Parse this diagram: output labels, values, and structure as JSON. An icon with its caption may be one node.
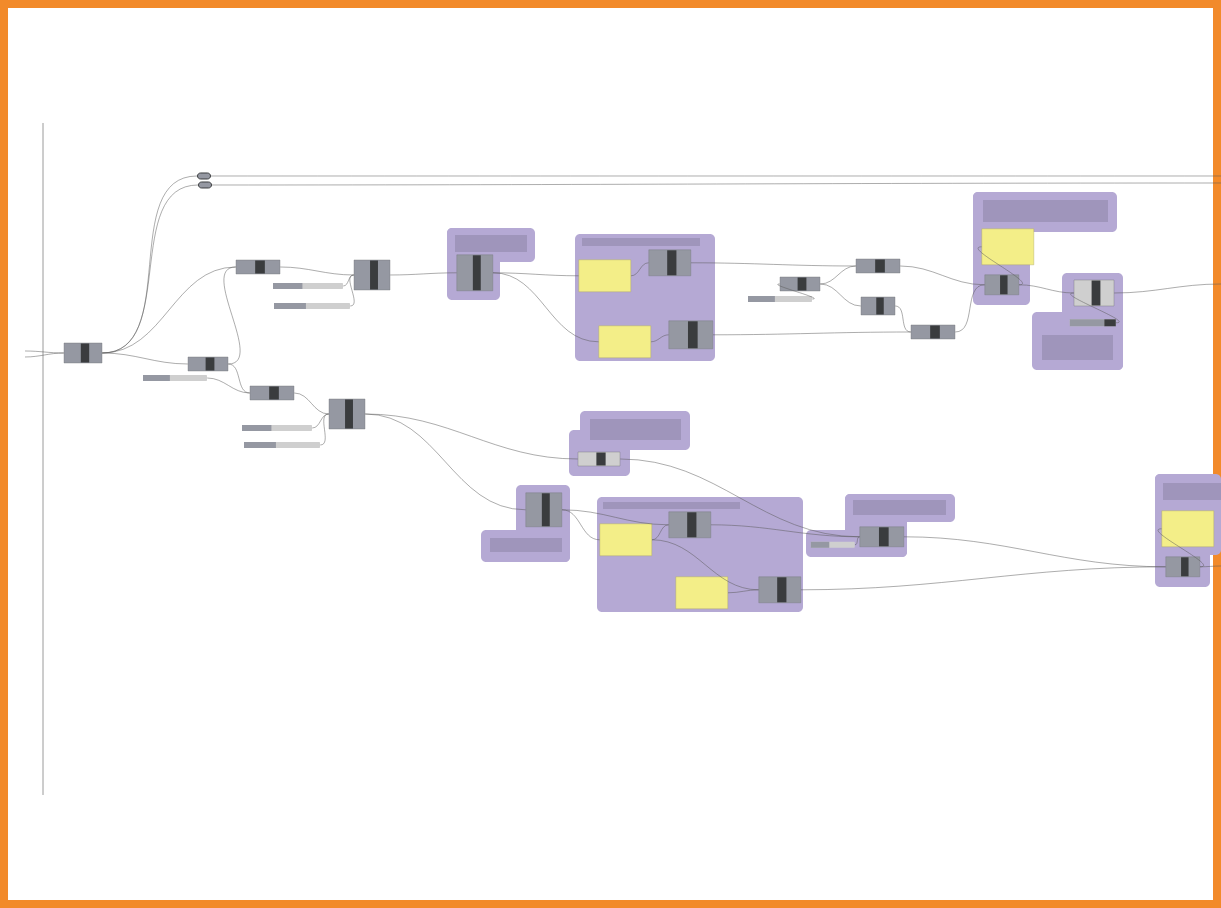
{
  "diagram": {
    "nodes": [
      {
        "text": [],
        "shape": "box"
      },
      {
        "text": [],
        "shape": "bar"
      },
      {
        "text": [],
        "shape": "bar"
      },
      {
        "text": [],
        "shape": "box"
      },
      {
        "text": [],
        "shape": "box"
      },
      {
        "text": [],
        "shape": "bar"
      },
      {
        "text": [],
        "shape": "box"
      },
      {
        "text": [],
        "shape": "box"
      },
      {
        "text": [],
        "shape": "bar"
      },
      {
        "text": [],
        "shape": "bar"
      },
      {
        "text": [],
        "shape": "box"
      },
      {
        "text": [],
        "shape": "bar"
      },
      {
        "text": [],
        "shape": "bar"
      },
      {
        "text": [],
        "shape": "box"
      },
      {
        "text": [],
        "shape": "box",
        "in": 13
      },
      {
        "text": [],
        "shape": "box"
      },
      {
        "text": [],
        "shape": "box",
        "in": 15
      },
      {
        "text": [],
        "shape": "box",
        "in": 15
      },
      {
        "text": [],
        "shape": "box",
        "in": 15
      },
      {
        "text": [],
        "shape": "box",
        "in": 15
      },
      {
        "text": [],
        "shape": "box"
      },
      {
        "text": [],
        "shape": "bar"
      },
      {
        "text": [],
        "shape": "box"
      },
      {
        "text": [],
        "shape": "box"
      },
      {
        "text": [],
        "shape": "box"
      },
      {
        "text": [],
        "shape": "box"
      },
      {
        "text": [],
        "shape": "box",
        "in": 25
      },
      {
        "text": [],
        "shape": "box",
        "in": 25
      },
      {
        "text": [],
        "shape": "box"
      },
      {
        "text": [],
        "shape": "box"
      },
      {
        "text": [],
        "shape": "bar",
        "in": 28
      },
      {
        "text": [],
        "shape": "box"
      },
      {
        "text": [],
        "shape": "box"
      },
      {
        "text": [],
        "shape": "box"
      },
      {
        "text": [],
        "shape": "box",
        "in": 33
      },
      {
        "text": [],
        "shape": "box"
      },
      {
        "text": [],
        "shape": "box",
        "in": 35
      },
      {
        "text": [],
        "shape": "box",
        "in": 35
      },
      {
        "text": [],
        "shape": "box",
        "in": 35
      },
      {
        "text": [],
        "shape": "box",
        "in": 35
      },
      {
        "text": [],
        "shape": "box"
      },
      {
        "text": [],
        "shape": "bar",
        "in": 40
      },
      {
        "text": [],
        "shape": "box",
        "in": 40
      },
      {
        "text": [],
        "shape": "box"
      },
      {
        "text": [],
        "shape": "box",
        "in": 43
      },
      {
        "text": [],
        "shape": "box",
        "in": 43
      }
    ],
    "edges": [
      {
        "from": null,
        "to": 0,
        "arrow": "none"
      },
      {
        "from": null,
        "to": 0,
        "arrow": "none"
      },
      {
        "from": 0,
        "to": 1,
        "arrow": "none"
      },
      {
        "from": 0,
        "to": 2,
        "arrow": "none"
      },
      {
        "from": 1,
        "to": null,
        "arrow": "none"
      },
      {
        "from": 2,
        "to": null,
        "arrow": "none"
      },
      {
        "from": 0,
        "to": 3,
        "arrow": "none"
      },
      {
        "from": 0,
        "to": 4,
        "arrow": "none"
      },
      {
        "from": 5,
        "to": 6,
        "arrow": "none"
      },
      {
        "from": 4,
        "to": 3,
        "arrow": "none"
      },
      {
        "from": 4,
        "to": 6,
        "arrow": "none"
      },
      {
        "from": 3,
        "to": 7,
        "arrow": "none"
      },
      {
        "from": 8,
        "to": 7,
        "arrow": "none"
      },
      {
        "from": 9,
        "to": 7,
        "arrow": "none"
      },
      {
        "from": 6,
        "to": 10,
        "arrow": "none"
      },
      {
        "from": 11,
        "to": 10,
        "arrow": "none"
      },
      {
        "from": 12,
        "to": 10,
        "arrow": "none"
      },
      {
        "from": 7,
        "to": 14,
        "arrow": "none"
      },
      {
        "from": 14,
        "to": 16,
        "arrow": "none"
      },
      {
        "from": 14,
        "to": 18,
        "arrow": "none"
      },
      {
        "from": 16,
        "to": 17,
        "arrow": "none"
      },
      {
        "from": 18,
        "to": 19,
        "arrow": "none"
      },
      {
        "from": 17,
        "to": 22,
        "arrow": "none"
      },
      {
        "from": 19,
        "to": 24,
        "arrow": "none"
      },
      {
        "from": 21,
        "to": 20,
        "arrow": "none"
      },
      {
        "from": 20,
        "to": 22,
        "arrow": "none"
      },
      {
        "from": 20,
        "to": 23,
        "arrow": "none"
      },
      {
        "from": 23,
        "to": 24,
        "arrow": "none"
      },
      {
        "from": 22,
        "to": 27,
        "arrow": "none"
      },
      {
        "from": 24,
        "to": 27,
        "arrow": "none"
      },
      {
        "from": 27,
        "to": 26,
        "arrow": "none"
      },
      {
        "from": 27,
        "to": 29,
        "arrow": "none"
      },
      {
        "from": 30,
        "to": 29,
        "arrow": "none"
      },
      {
        "from": 29,
        "to": null,
        "arrow": "none"
      },
      {
        "from": 10,
        "to": 32,
        "arrow": "none"
      },
      {
        "from": 10,
        "to": 34,
        "arrow": "none"
      },
      {
        "from": 32,
        "to": 42,
        "arrow": "none"
      },
      {
        "from": 34,
        "to": 37,
        "arrow": "none"
      },
      {
        "from": 34,
        "to": 36,
        "arrow": "none"
      },
      {
        "from": 36,
        "to": 37,
        "arrow": "none"
      },
      {
        "from": 36,
        "to": 39,
        "arrow": "none"
      },
      {
        "from": 38,
        "to": 39,
        "arrow": "none"
      },
      {
        "from": 37,
        "to": 42,
        "arrow": "none"
      },
      {
        "from": 41,
        "to": 42,
        "arrow": "none"
      },
      {
        "from": 42,
        "to": 45,
        "arrow": "none"
      },
      {
        "from": 39,
        "to": 45,
        "arrow": "none"
      },
      {
        "from": 45,
        "to": 44,
        "arrow": "none"
      },
      {
        "from": 45,
        "to": null,
        "arrow": "none"
      }
    ]
  }
}
